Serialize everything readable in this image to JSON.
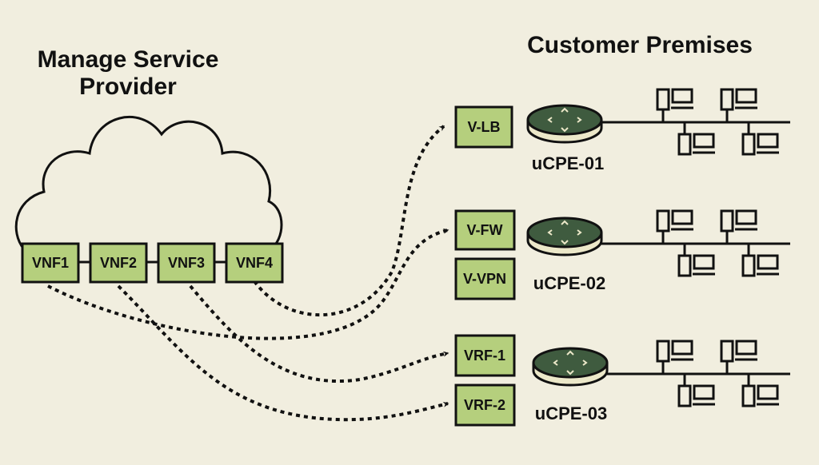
{
  "provider": {
    "title_line1": "Manage Service",
    "title_line2": "Provider",
    "vnfs": [
      "VNF1",
      "VNF2",
      "VNF3",
      "VNF4"
    ]
  },
  "customer": {
    "title": "Customer Premises",
    "sites": [
      {
        "name": "uCPE-01",
        "functions": [
          "V-LB"
        ]
      },
      {
        "name": "uCPE-02",
        "functions": [
          "V-FW",
          "V-VPN"
        ]
      },
      {
        "name": "uCPE-03",
        "functions": [
          "VRF-1",
          "VRF-2"
        ]
      }
    ]
  },
  "links": [
    {
      "from": "VNF4",
      "to": "V-LB"
    },
    {
      "from": "VNF1",
      "to": "V-FW"
    },
    {
      "from": "VNF3",
      "to": "VRF-1"
    },
    {
      "from": "VNF2",
      "to": "VRF-2"
    }
  ],
  "colors": {
    "background": "#f1eedf",
    "box_fill": "#b5cf7d",
    "router_top": "#3f5b3f",
    "router_body": "#ece8c9",
    "stroke": "#111111"
  }
}
